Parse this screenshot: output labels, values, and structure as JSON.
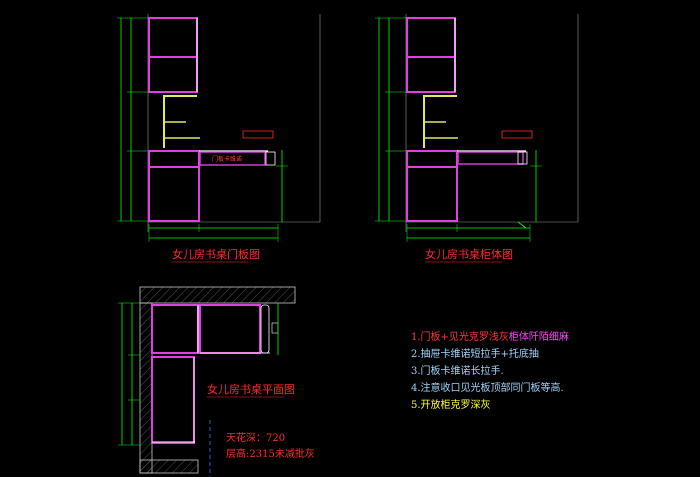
{
  "captions": {
    "door_elevation": "女儿房书桌门板图",
    "cabinet_elevation": "女儿房书桌柜体图",
    "plan": "女儿房书桌平面图"
  },
  "notes": [
    {
      "text_a": "1.门板+见光克罗浅灰",
      "text_b": "柜体阡陌细麻",
      "color_a": "#ff3b3b",
      "color_b": "#ff40ff"
    },
    {
      "text_a": "2.抽屉卡维诺短拉手+托底抽",
      "text_b": "",
      "color_a": "#9fd6ff",
      "color_b": ""
    },
    {
      "text_a": "3.门板卡维诺长拉手.",
      "text_b": "",
      "color_a": "#9fd6ff",
      "color_b": ""
    },
    {
      "text_a": "4.注意收口见光板顶部同门板等高.",
      "text_b": "",
      "color_a": "#9fd6ff",
      "color_b": ""
    },
    {
      "text_a": "5.开放柜克罗深灰",
      "text_b": "",
      "color_a": "#ffff33",
      "color_b": ""
    }
  ],
  "ceiling_note": "天花深：720",
  "floor_note": "层高:2315未减批灰",
  "drawer_label": "门板卡维诺",
  "colors": {
    "cabinet": "#e040e0",
    "open_shelf": "#e6e65a",
    "dimension": "#00ff00",
    "text_red": "#ff2a2a",
    "wall": "#c8c8c8",
    "white": "#ffffff"
  }
}
